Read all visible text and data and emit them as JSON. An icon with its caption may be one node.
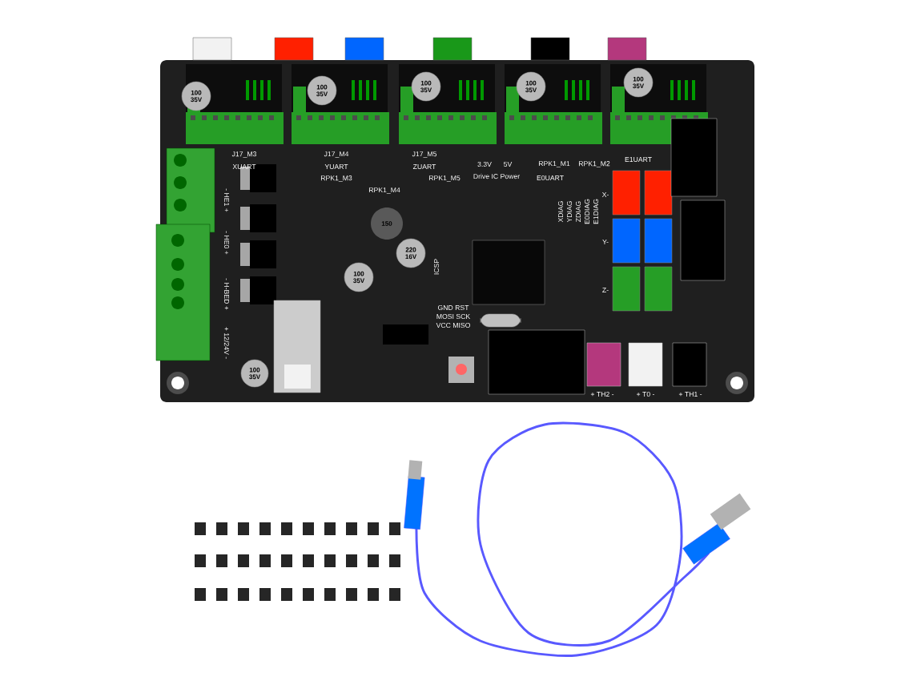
{
  "diagram": {
    "labels": [
      "XUART",
      "YUART",
      "ZUART",
      "3.3V",
      "5V",
      "Drive IC Power",
      "E0UART",
      "E1UART",
      "XDIAG",
      "YDIAG",
      "ZDIAG",
      "E0DIAG",
      "E1DIAG",
      "X-",
      "Y-",
      "Z-",
      "- HE1 +",
      "- HE0 +",
      "- H-BED +",
      "+ 12/24V -",
      "150",
      "220 16V",
      "100 35V",
      "100 35V",
      "100 35V",
      "100 35V",
      "100 35V",
      "100 35V",
      "100 35V",
      "ICSP",
      "GND RST",
      "MOSI SCK",
      "VCC MISO",
      "+ TH2 -",
      "+ T0 -",
      "+ TH1 -",
      "J17_M3",
      "J17_M4",
      "J17_M5",
      "RPK1_M3",
      "RPK1_M4",
      "RPK1_M5",
      "RPK1_M1",
      "RPK1_M2"
    ]
  }
}
